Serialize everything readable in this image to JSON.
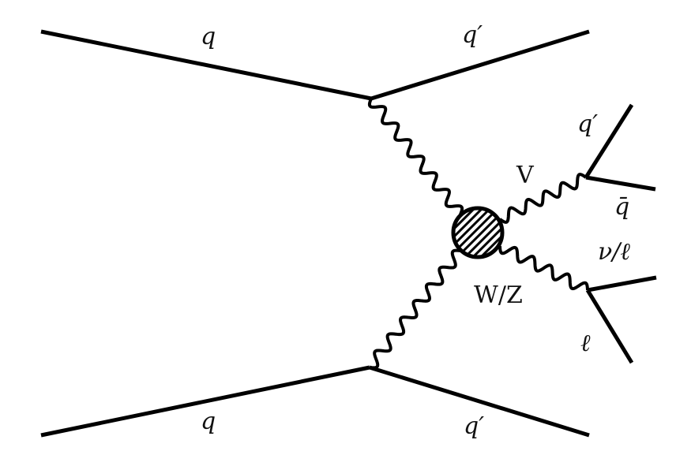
{
  "diagram": {
    "labels": {
      "q_top_in": "q",
      "q_top_out": "q′",
      "q_bottom_in": "q",
      "q_bottom_out": "q′",
      "decay_quark": "q′",
      "decay_antiquark": "q̄",
      "boson_v": "V",
      "boson_wz": "W/Z",
      "decay_neutrino_lepton": "ν/ℓ",
      "decay_lepton": "ℓ"
    },
    "colors": {
      "line": "#000000",
      "text": "#111111",
      "background": "#ffffff"
    }
  }
}
